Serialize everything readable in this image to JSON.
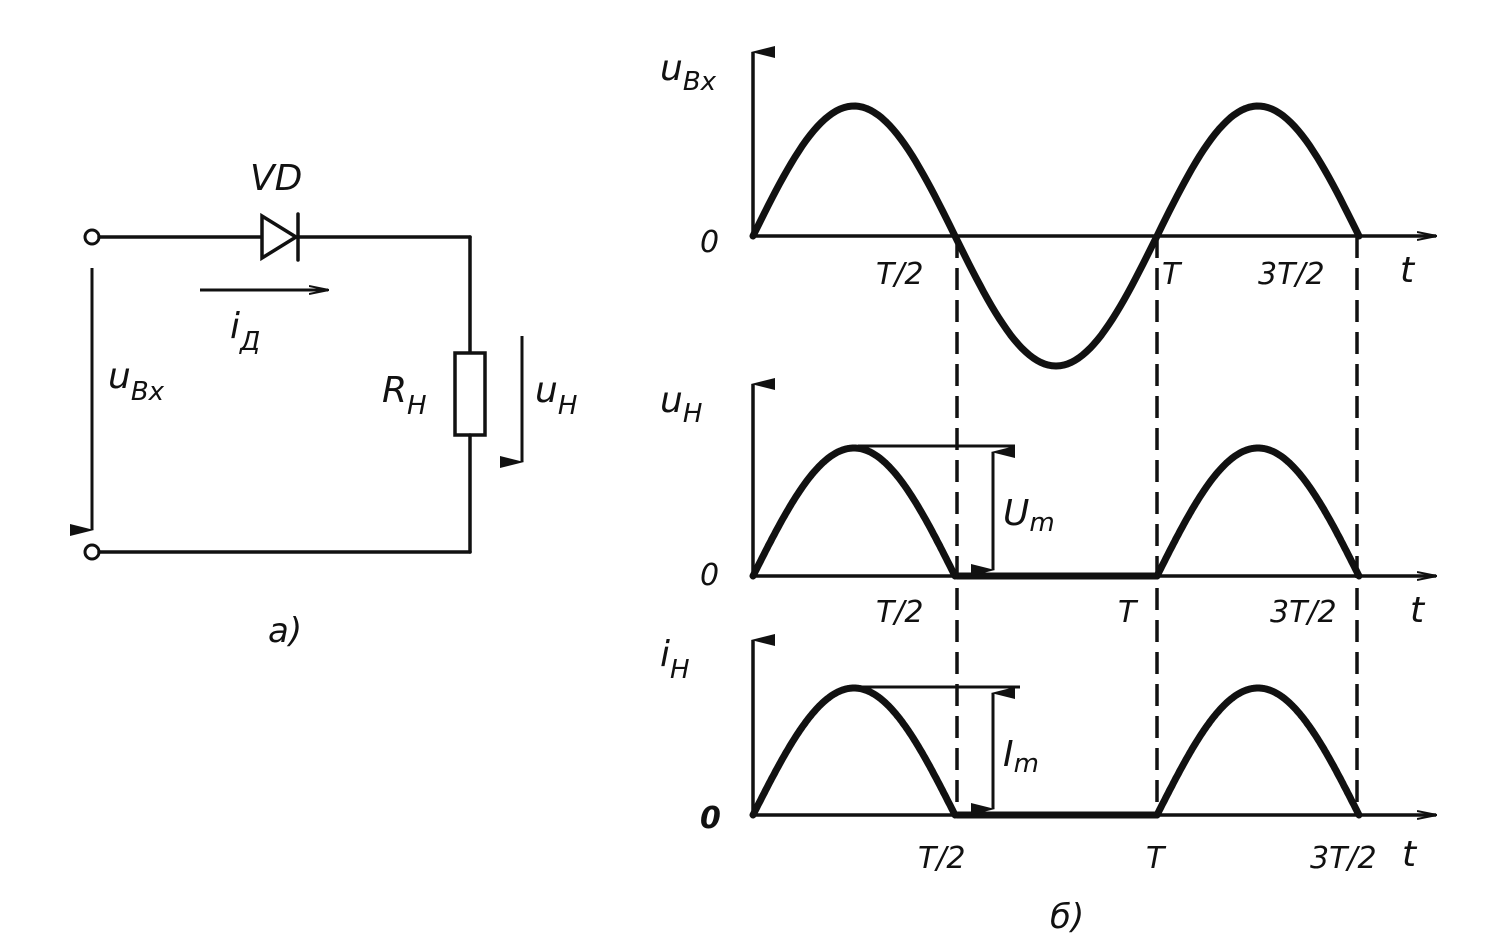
{
  "circuit": {
    "diode_label": "VD",
    "current_main": "i",
    "current_sub": "Д",
    "input_main": "u",
    "input_sub": "Вх",
    "resistor_main": "R",
    "resistor_sub": "Н",
    "load_main": "u",
    "load_sub": "Н",
    "caption": "а)"
  },
  "graphs": {
    "caption": "б)",
    "input": {
      "ylabel_main": "u",
      "ylabel_sub": "Вх",
      "origin": "0",
      "ticks": [
        "T/2",
        "T",
        "3T/2"
      ],
      "xlabel": "t"
    },
    "voltage": {
      "ylabel_main": "u",
      "ylabel_sub": "Н",
      "origin": "0",
      "amp_main": "U",
      "amp_sub": "m",
      "ticks": [
        "T/2",
        "T",
        "3T/2"
      ],
      "xlabel": "t"
    },
    "current": {
      "ylabel_main": "i",
      "ylabel_sub": "Н",
      "origin": "0",
      "amp_main": "I",
      "amp_sub": "m",
      "ticks": [
        "T/2",
        "T",
        "3T/2"
      ],
      "xlabel": "t"
    }
  }
}
